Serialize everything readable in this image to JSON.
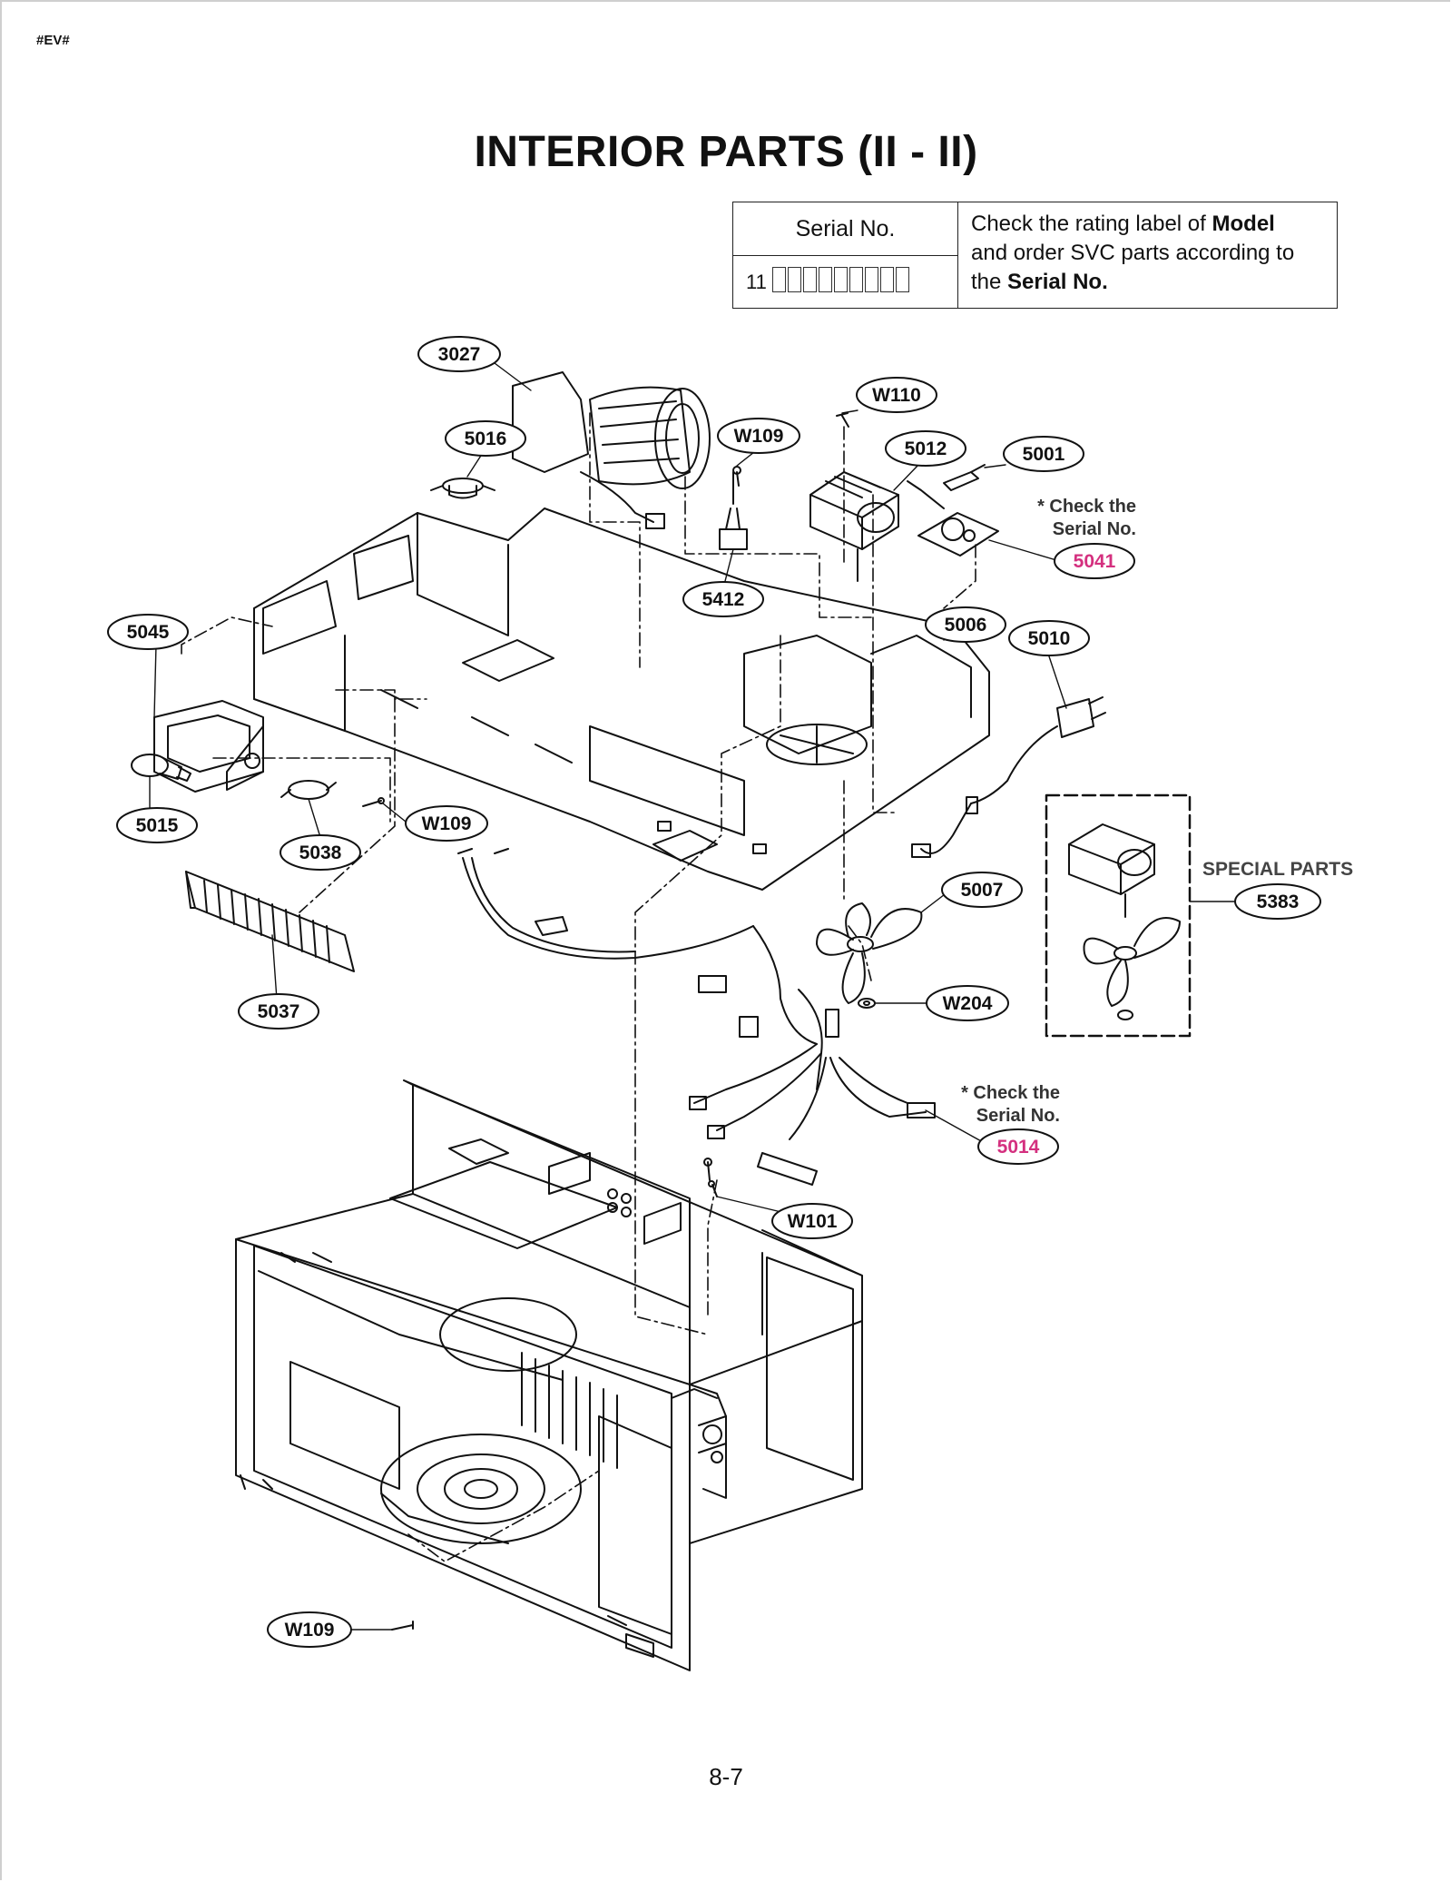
{
  "doc_code": "#EV#",
  "title": "INTERIOR PARTS (II - II)",
  "serial_table": {
    "header": "Serial No.",
    "prefix": "11",
    "note_prefix": "Check the rating label of ",
    "note_bold1": "Model",
    "note_mid": "and order SVC parts according to",
    "note_the": "the ",
    "note_bold2": "Serial No."
  },
  "callouts": {
    "c3027": "3027",
    "c5016": "5016",
    "cW109a": "W109",
    "cW110": "W110",
    "c5012": "5012",
    "c5001": "5001",
    "c5041": "5041",
    "c5412": "5412",
    "c5006": "5006",
    "c5010": "5010",
    "c5045": "5045",
    "c5015": "5015",
    "c5038": "5038",
    "cW109b": "W109",
    "c5037": "5037",
    "c5007": "5007",
    "c5383": "5383",
    "cW204": "W204",
    "c5014": "5014",
    "cW101": "W101",
    "cW109c": "W109"
  },
  "notes": {
    "check1_line1": "* Check the",
    "check1_line2": "Serial No.",
    "check2_line1": "* Check the",
    "check2_line2": "Serial No."
  },
  "special_parts": "SPECIAL PARTS",
  "page_number": "8-7",
  "colors": {
    "highlight": "#d4307f",
    "ink": "#111111"
  }
}
